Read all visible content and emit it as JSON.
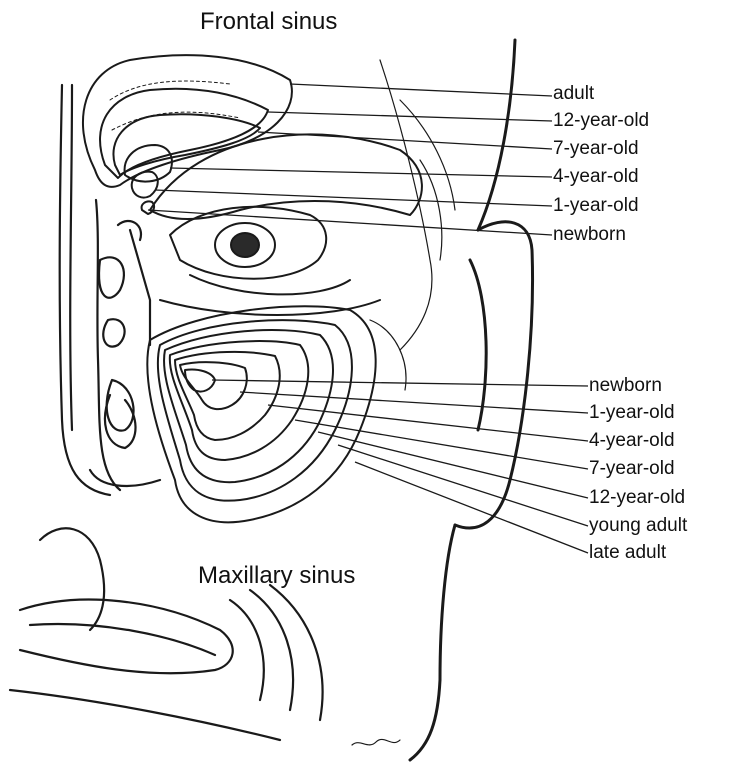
{
  "frontal": {
    "title": "Frontal sinus",
    "labels": [
      "adult",
      "12-year-old",
      "7-year-old",
      "4-year-old",
      "1-year-old",
      "newborn"
    ]
  },
  "maxillary": {
    "title": "Maxillary sinus",
    "labels": [
      "newborn",
      "1-year-old",
      "4-year-old",
      "7-year-old",
      "12-year-old",
      "young adult",
      "late adult"
    ]
  }
}
